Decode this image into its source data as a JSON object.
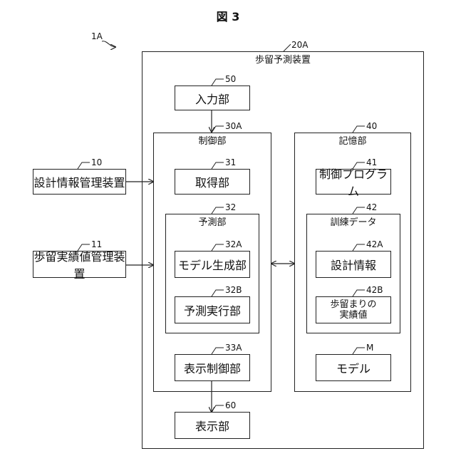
{
  "figure_title": "図 3",
  "system_ref": "1A",
  "device": {
    "ref": "20A",
    "label": "歩留予測装置"
  },
  "input_unit": {
    "ref": "50",
    "label": "入力部"
  },
  "control_unit": {
    "ref": "30A",
    "label": "制御部",
    "acquisition": {
      "ref": "31",
      "label": "取得部"
    },
    "prediction": {
      "ref": "32",
      "label": "予測部",
      "model_gen": {
        "ref": "32A",
        "label": "モデル生成部"
      },
      "pred_exec": {
        "ref": "32B",
        "label": "予測実行部"
      }
    },
    "display_control": {
      "ref": "33A",
      "label": "表示制御部"
    }
  },
  "storage_unit": {
    "ref": "40",
    "label": "記憶部",
    "program": {
      "ref": "41",
      "label": "制御プログラム"
    },
    "training": {
      "ref": "42",
      "label": "訓練データ",
      "design_info": {
        "ref": "42A",
        "label": "設計情報"
      },
      "yield_actual": {
        "ref": "42B",
        "line1": "歩留まりの",
        "line2": "実績値"
      }
    },
    "model": {
      "ref": "M",
      "label": "モデル"
    }
  },
  "display_unit": {
    "ref": "60",
    "label": "表示部"
  },
  "design_mgmt": {
    "ref": "10",
    "label": "設計情報管理装置"
  },
  "yield_mgmt": {
    "ref": "11",
    "label": "歩留実績値管理装置"
  }
}
